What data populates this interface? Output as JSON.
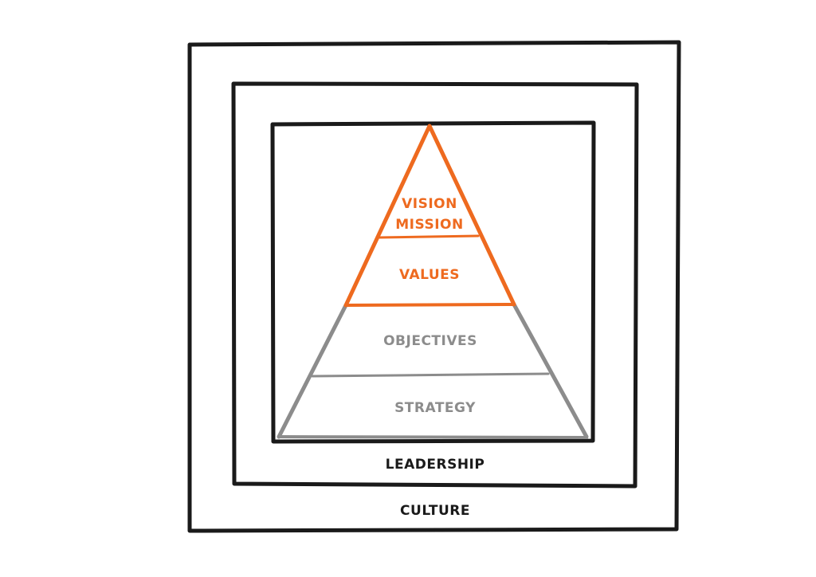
{
  "colors": {
    "orange": "#ee6a1f",
    "gray": "#8c8c8c",
    "black": "#1a1a1a"
  },
  "pyramid": {
    "top_lines": [
      "VISION",
      "MISSION"
    ],
    "values": "VALUES",
    "objectives": "OBJECTIVES",
    "strategy": "STRATEGY"
  },
  "frames": {
    "leadership": "LEADERSHIP",
    "culture": "CULTURE"
  }
}
